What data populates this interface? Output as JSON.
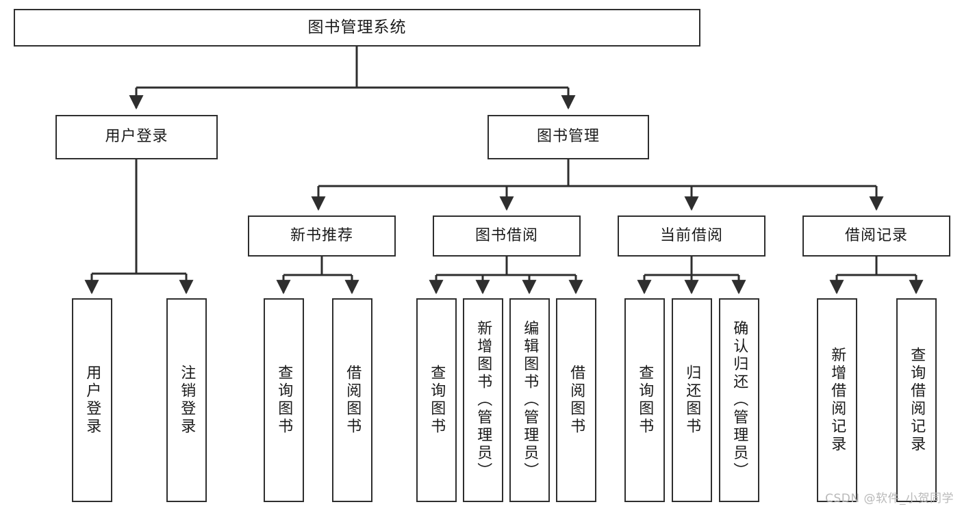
{
  "diagram": {
    "title": "图书管理系统",
    "type": "tree-hierarchy",
    "root": {
      "label": "图书管理系统"
    },
    "level2": [
      {
        "id": "user-login",
        "label": "用户登录"
      },
      {
        "id": "book-management",
        "label": "图书管理"
      }
    ],
    "level3": [
      {
        "id": "new-book-recommend",
        "label": "新书推荐",
        "parent": "book-management"
      },
      {
        "id": "book-borrow",
        "label": "图书借阅",
        "parent": "book-management"
      },
      {
        "id": "current-borrow",
        "label": "当前借阅",
        "parent": "book-management"
      },
      {
        "id": "borrow-record",
        "label": "借阅记录",
        "parent": "book-management"
      }
    ],
    "leaves": {
      "user_login": [
        {
          "id": "leaf-user-login",
          "label": "用户登录"
        },
        {
          "id": "leaf-logout-login",
          "label": "注销登录"
        }
      ],
      "new_book_recommend": [
        {
          "id": "leaf-query-book-1",
          "label": "查询图书"
        },
        {
          "id": "leaf-borrow-book-1",
          "label": "借阅图书"
        }
      ],
      "book_borrow": [
        {
          "id": "leaf-query-book-2",
          "label": "查询图书"
        },
        {
          "id": "leaf-add-book",
          "label": "新增图书（管理员）"
        },
        {
          "id": "leaf-edit-book",
          "label": "编辑图书（管理员）"
        },
        {
          "id": "leaf-borrow-book-2",
          "label": "借阅图书"
        }
      ],
      "current_borrow": [
        {
          "id": "leaf-query-book-3",
          "label": "查询图书"
        },
        {
          "id": "leaf-return-book",
          "label": "归还图书"
        },
        {
          "id": "leaf-confirm-return",
          "label": "确认归还（管理员）"
        }
      ],
      "borrow_record": [
        {
          "id": "leaf-add-record",
          "label": "新增借阅记录"
        },
        {
          "id": "leaf-query-record",
          "label": "查询借阅记录"
        }
      ]
    },
    "colors": {
      "stroke": "#2e2e2e",
      "fill": "#ffffff",
      "text": "#1a1a1a",
      "watermark": "#b9b9b9"
    }
  },
  "watermark": {
    "text": "CSDN @软件_小贺同学"
  }
}
